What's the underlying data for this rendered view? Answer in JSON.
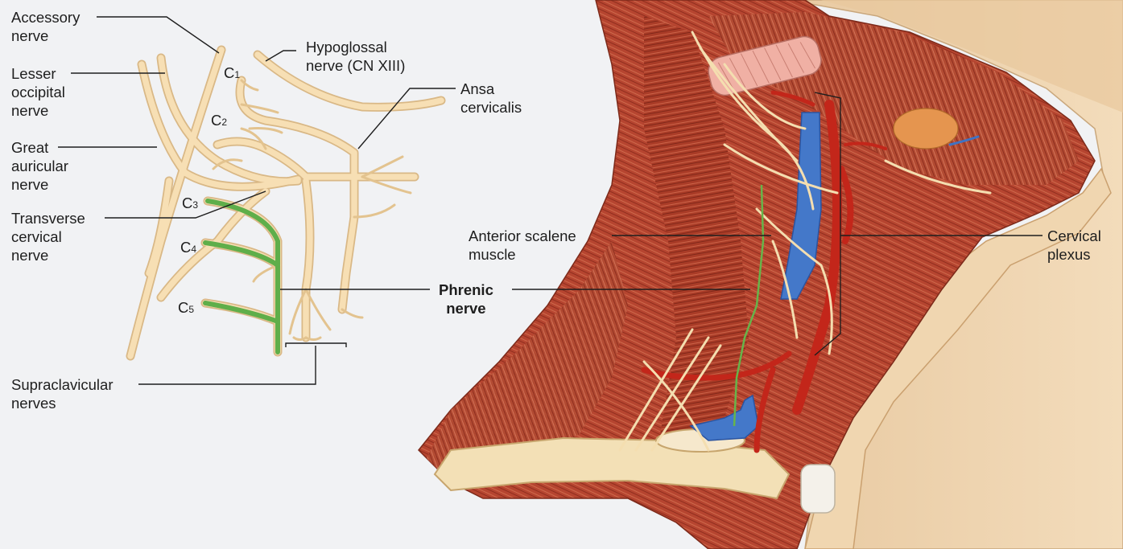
{
  "labels": {
    "accessory": "Accessory\nnerve",
    "lesser_occipital": "Lesser\noccipital\nnerve",
    "great_auricular": "Great\nauricular\nnerve",
    "transverse_cervical": "Transverse\ncervical\nnerve",
    "supraclavicular": "Supraclavicular\nnerves",
    "hypoglossal": "Hypoglossal\nnerve (CN XIII)",
    "ansa_cervicalis": "Ansa\ncervicalis",
    "phrenic": "Phrenic\nnerve",
    "anterior_scalene": "Anterior scalene\nmuscle",
    "cervical_plexus": "Cervical\nplexus"
  },
  "segments": [
    {
      "letter": "C",
      "num": "1"
    },
    {
      "letter": "C",
      "num": "2"
    },
    {
      "letter": "C",
      "num": "3"
    },
    {
      "letter": "C",
      "num": "4"
    },
    {
      "letter": "C",
      "num": "5"
    }
  ],
  "colors": {
    "background": "#f1f2f4",
    "nerve": "#f7dfb4",
    "nerve_outline": "#d9b886",
    "phrenic_highlight": "#5fae4a",
    "muscle": "#b8452e",
    "artery": "#c3261a",
    "vein": "#3f73c4",
    "skin": "#ecd0a8"
  }
}
